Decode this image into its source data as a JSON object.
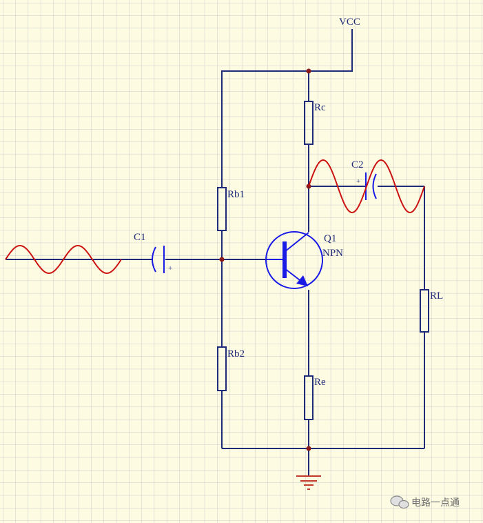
{
  "labels": {
    "vcc": "VCC",
    "rc": "Rc",
    "rb1": "Rb1",
    "rb2": "Rb2",
    "re": "Re",
    "rl": "RL",
    "c1": "C1",
    "c2": "C2",
    "q1": "Q1",
    "npn": "NPN",
    "plus": "+"
  },
  "watermark": "电路一点通",
  "colors": {
    "wire": "#1f2a78",
    "component": "#1a1ae6",
    "signal": "#cc1111",
    "ground": "#c0392b",
    "grid": "#c9c9c9",
    "background": "#fdfce3"
  }
}
